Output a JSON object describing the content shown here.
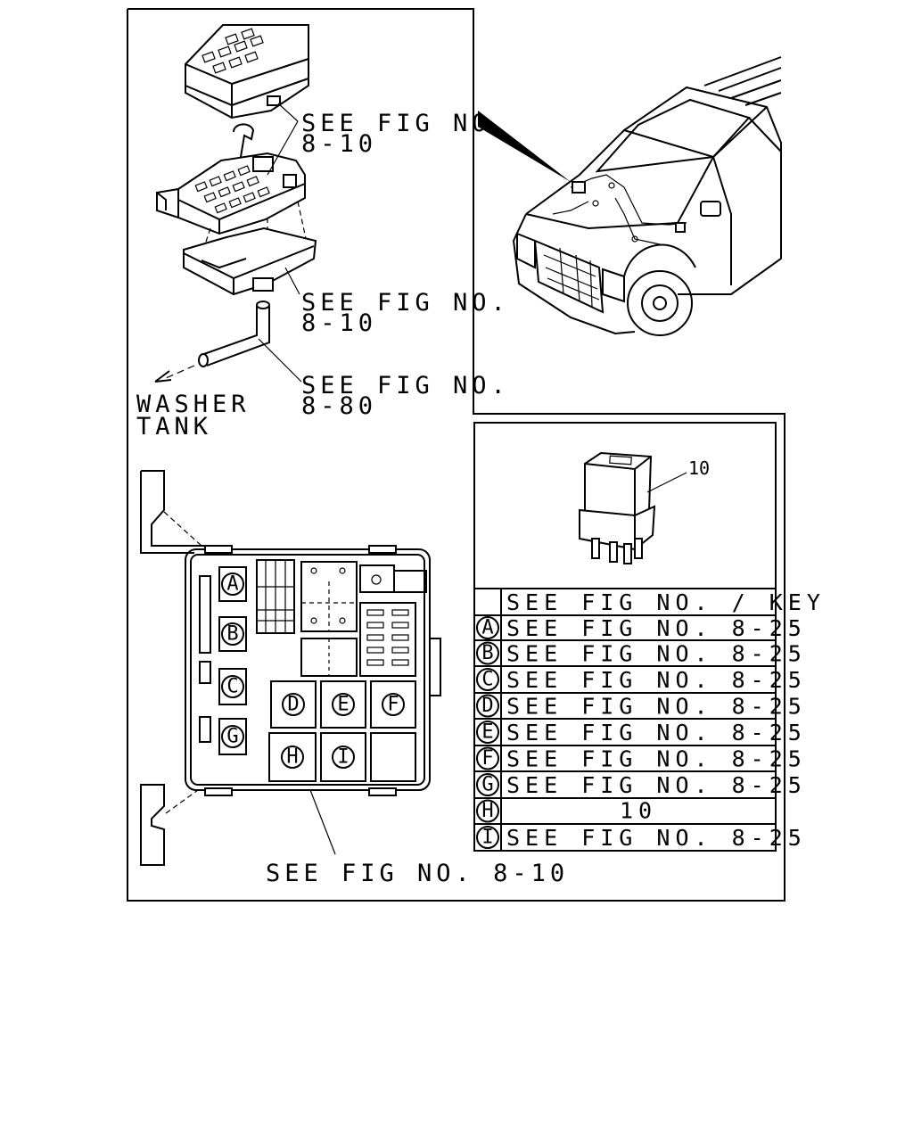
{
  "callouts": {
    "top": [
      "SEE FIG NO.",
      "8-10"
    ],
    "middle": [
      "SEE FIG NO.",
      "8-10"
    ],
    "hose": [
      "SEE FIG NO.",
      "8-80"
    ],
    "washer": [
      "WASHER",
      "TANK"
    ],
    "bottom": "SEE FIG NO. 8-10"
  },
  "relay": {
    "label": "10"
  },
  "fuse_box_slots": [
    "A",
    "B",
    "C",
    "D",
    "E",
    "F",
    "G",
    "H",
    "I"
  ],
  "key_table": {
    "header": "SEE FIG NO. / KEY",
    "rows": [
      {
        "key": "A",
        "ref": "SEE FIG NO. 8-25"
      },
      {
        "key": "B",
        "ref": "SEE FIG NO. 8-25"
      },
      {
        "key": "C",
        "ref": "SEE FIG NO. 8-25"
      },
      {
        "key": "D",
        "ref": "SEE FIG NO. 8-25"
      },
      {
        "key": "E",
        "ref": "SEE FIG NO. 8-25"
      },
      {
        "key": "F",
        "ref": "SEE FIG NO. 8-25"
      },
      {
        "key": "G",
        "ref": "SEE FIG NO. 8-25"
      },
      {
        "key": "H",
        "ref": "10"
      },
      {
        "key": "I",
        "ref": "SEE FIG NO. 8-25"
      }
    ]
  }
}
